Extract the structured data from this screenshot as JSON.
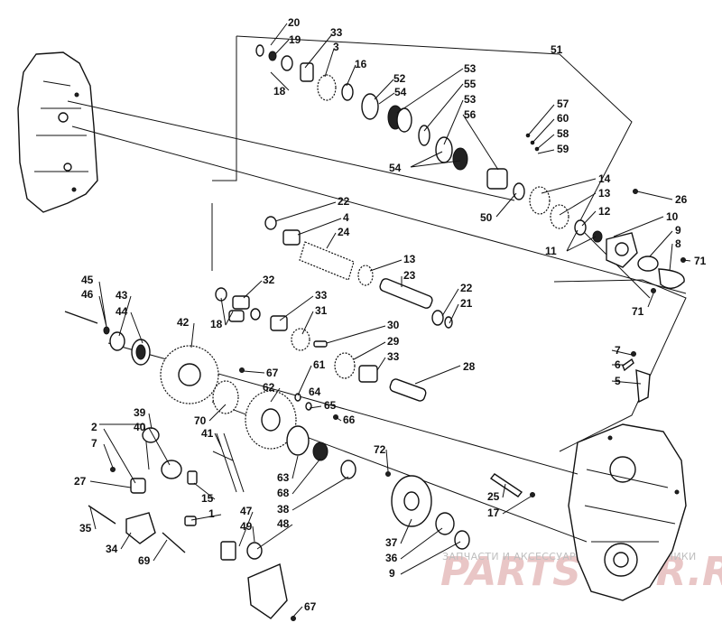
{
  "diagram": {
    "callouts": {
      "c20": "20",
      "c19": "19",
      "c18a": "18",
      "c33a": "33",
      "c3": "3",
      "c16": "16",
      "c52": "52",
      "c54a": "54",
      "c53a": "53",
      "c55": "55",
      "c53b": "53",
      "c56": "56",
      "c51": "51",
      "c57": "57",
      "c60": "60",
      "c58": "58",
      "c59": "59",
      "c54b": "54",
      "c14": "14",
      "c13a": "13",
      "c26": "26",
      "c50": "50",
      "c12": "12",
      "c10": "10",
      "c9a": "9",
      "c8": "8",
      "c11": "11",
      "c71a": "71",
      "c71b": "71",
      "c22a": "22",
      "c4": "4",
      "c24": "24",
      "c13b": "13",
      "c23": "23",
      "c22b": "22",
      "c21": "21",
      "c32": "32",
      "c18b": "18",
      "c33b": "33",
      "c31": "31",
      "c30": "30",
      "c29": "29",
      "c33c": "33",
      "c45": "45",
      "c46": "46",
      "c43": "43",
      "c44": "44",
      "c42": "42",
      "c28": "28",
      "c67a": "67",
      "c61": "61",
      "c62": "62",
      "c64": "64",
      "c65": "65",
      "c66": "66",
      "c70": "70",
      "c39": "39",
      "c40": "40",
      "c41": "41",
      "c7a": "7",
      "c6": "6",
      "c5": "5",
      "c2": "2",
      "c7b": "7",
      "c27": "27",
      "c63": "63",
      "c68": "68",
      "c72": "72",
      "c15": "15",
      "c25": "25",
      "c17": "17",
      "c38": "38",
      "c1": "1",
      "c47": "47",
      "c49": "49",
      "c48": "48",
      "c35": "35",
      "c34": "34",
      "c69": "69",
      "c37": "37",
      "c36": "36",
      "c9b": "9",
      "c67b": "67"
    }
  },
  "watermark": {
    "caption": "ЗАПЧАСТИ И АКСЕССУАРЫ ДЛЯ МОТОТЕХНИКИ",
    "logo": "PARTS FOR.RU"
  }
}
